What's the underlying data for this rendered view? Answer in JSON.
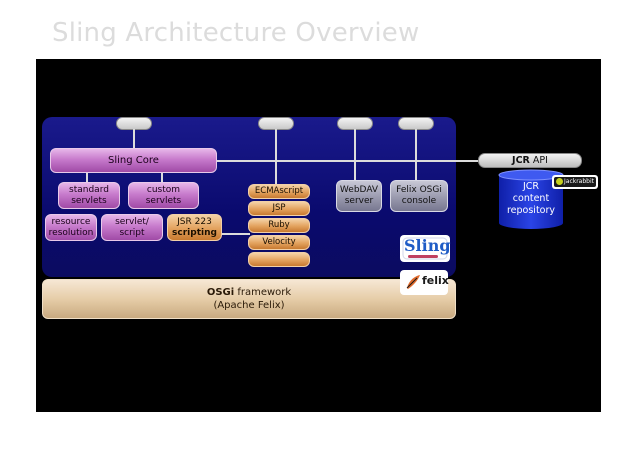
{
  "title": "Sling Architecture Overview",
  "core": {
    "label": "Sling Core"
  },
  "servlets": [
    {
      "line1": "standard",
      "line2": "servlets"
    },
    {
      "line1": "custom",
      "line2": "servlets"
    }
  ],
  "bottom_boxes": [
    {
      "line1": "resource",
      "line2": "resolution"
    },
    {
      "line1": "servlet/",
      "line2": "script"
    },
    {
      "line1": "JSR 223",
      "line2": "scripting"
    }
  ],
  "script_engines": [
    "ECMAscript",
    "JSP",
    "Ruby",
    "Velocity",
    ""
  ],
  "services": [
    {
      "line1": "WebDAV",
      "line2": "server"
    },
    {
      "line1": "Felix OSGi",
      "line2": "console"
    }
  ],
  "jcr_api": {
    "bold": "JCR",
    "rest": " API"
  },
  "repository": {
    "line1": "JCR",
    "line2": "content",
    "line3": "repository"
  },
  "jackrabbit_label": "Jackrabbit",
  "osgi": {
    "bold": "OSGi",
    "rest": " framework",
    "line2": "(Apache Felix)"
  },
  "sling_logo": "Sling",
  "felix_logo": "felix",
  "colors": {
    "panel": "#0a0a6e",
    "purple": "#c77bcc",
    "orange": "#e3a25e",
    "grey": "#9a9aae",
    "repository": "#1a2ecc",
    "osgi": "#e6cda8"
  }
}
